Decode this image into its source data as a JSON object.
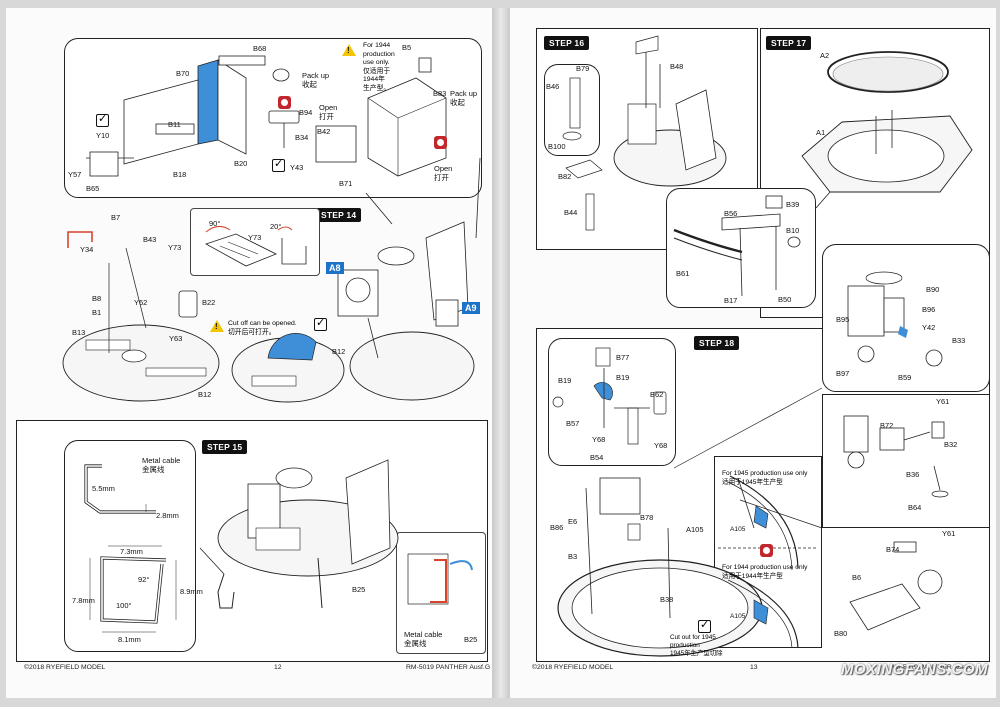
{
  "left_page": {
    "top_panel": {
      "labels": {
        "b68": "B68",
        "b70": "B70",
        "b11": "B11",
        "y10": "Y10",
        "y57": "Y57",
        "b65": "B65",
        "b18": "B18",
        "b20": "B20",
        "pack_up": "Pack up",
        "pack_up_cn": "收起",
        "b94": "B94",
        "open": "Open",
        "open_cn": "打开",
        "b34": "B34",
        "b42": "B42",
        "y43": "Y43",
        "b71": "B71",
        "b5": "B5",
        "b83": "B83",
        "pack_up2": "Pack up",
        "pack_up2_cn": "收起",
        "open2": "Open",
        "open2_cn": "打开"
      },
      "note_1944": [
        "For 1944",
        "production",
        "use only.",
        "仅适用于",
        "1944年",
        "生产型。"
      ]
    },
    "step14": {
      "title": "STEP 14",
      "labels": {
        "b7": "B7",
        "y34": "Y34",
        "b43": "B43",
        "y73": "Y73",
        "b8": "B8",
        "b1": "B1",
        "y62": "Y62",
        "b22": "B22",
        "b13": "B13",
        "y63": "Y63",
        "b12": "B12",
        "angle90": "90°",
        "angle20": "20°",
        "y73b": "Y73",
        "b12b": "B12",
        "a8": "A8",
        "a9": "A9"
      },
      "cutoff_note": [
        "Cut off can be opened.",
        "切开后可打开。"
      ]
    },
    "step15": {
      "title": "STEP 15",
      "labels": {
        "metal_cable": "Metal cable",
        "metal_cable_cn": "金属线",
        "d55": "5.5mm",
        "d28": "2.8mm",
        "d73": "7.3mm",
        "a92": "92°",
        "d89": "8.9mm",
        "d78": "7.8mm",
        "a100": "100°",
        "d81": "8.1mm",
        "b25": "B25",
        "metal_cable2": "Metal cable",
        "metal_cable2_cn": "金属线",
        "b25b": "B25"
      }
    },
    "footer": {
      "copyright": "©2018 RYEFIELD MODEL",
      "page": "12",
      "model": "RM-5019 PANTHER Ausf.G"
    }
  },
  "right_page": {
    "step16": {
      "title": "STEP 16",
      "labels": {
        "b79": "B79",
        "b48": "B48",
        "b46": "B46",
        "b100": "B100",
        "b82": "B82",
        "b44": "B44"
      }
    },
    "step17": {
      "title": "STEP 17",
      "labels": {
        "a2": "A2",
        "a1": "A1",
        "b56": "B56",
        "b39": "B39",
        "b10": "B10",
        "b61": "B61",
        "b17": "B17",
        "b50": "B50"
      }
    },
    "step18": {
      "title": "STEP 18",
      "labels": {
        "b77": "B77",
        "b19": "B19",
        "b19b": "B19",
        "b62": "B62",
        "b57": "B57",
        "y68": "Y68",
        "y68b": "Y68",
        "b54": "B54",
        "b90": "B90",
        "b95": "B95",
        "b96": "B96",
        "y42": "Y42",
        "b33": "B33",
        "b97": "B97",
        "b59": "B59",
        "y61": "Y61",
        "b72": "B72",
        "b32": "B32",
        "b36": "B36",
        "b64": "B64",
        "b86": "B86",
        "e6": "E6",
        "b3": "B3",
        "b78": "B78",
        "a105": "A105",
        "a105b": "A105",
        "a105c": "A105",
        "b38": "B38",
        "b74": "B74",
        "y61b": "Y61",
        "b6": "B6",
        "b80": "B80"
      },
      "note_1945": [
        "For 1945 production use only",
        "适用于1945年生产型"
      ],
      "note_1944": [
        "For 1944 production use only",
        "适用于1944年生产型"
      ],
      "cutout_note": [
        "Cut out for 1945",
        "production",
        "1945年生产型切除"
      ]
    },
    "footer": {
      "copyright": "©2018 RYEFIELD MODEL",
      "page": "13",
      "model": "RM-5019 PANTHER Ausf.G"
    },
    "watermark": "MOXINGFANS.COM"
  },
  "colors": {
    "accent_blue": "#3f8fd8",
    "warning_yellow": "#f2c500",
    "open_red": "#c2272d",
    "cable_red": "#d9432e"
  }
}
